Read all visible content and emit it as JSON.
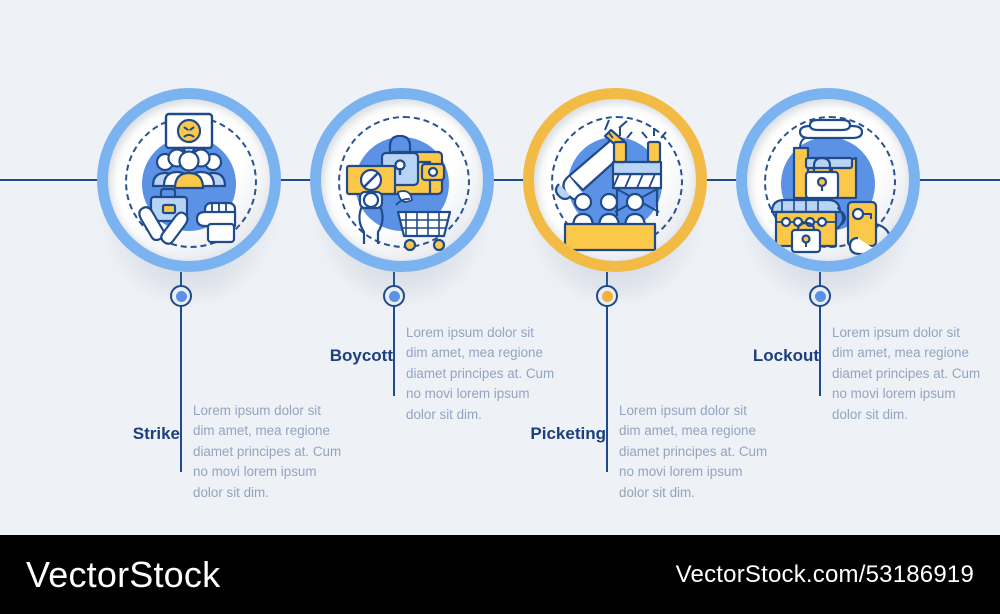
{
  "theme": {
    "background": "#eef1f6",
    "line": "#1f4a8c",
    "title_color": "#1d3f7d",
    "body_color": "#93a4c0",
    "blue_ring": "#7ab3ef",
    "yellow_ring": "#f2bb45",
    "blue_dot": "#5b92e5",
    "yellow_dot": "#f2b13a",
    "icon_blue": "#4a84d6",
    "icon_yellow": "#fbc84a",
    "icon_light_blue": "#b8d4f5",
    "icon_outline": "#1f4a8c"
  },
  "steps": [
    {
      "id": "strike",
      "title": "Strike",
      "description": "Lorem ipsum dolor sit dim amet, mea regione diamet principes at. Cum no movi lorem ipsum dolor sit dim.",
      "icon": "strike-protest-icon",
      "accent": false
    },
    {
      "id": "boycott",
      "title": "Boycott",
      "description": "Lorem ipsum dolor sit dim amet, mea regione diamet principes at. Cum no movi lorem ipsum dolor sit dim.",
      "icon": "boycott-wallet-cart-icon",
      "accent": false
    },
    {
      "id": "picketing",
      "title": "Picketing",
      "description": "Lorem ipsum dolor sit dim amet, mea regione diamet principes at. Cum no movi lorem ipsum dolor sit dim.",
      "icon": "picketing-megaphone-barrier-icon",
      "accent": true
    },
    {
      "id": "lockout",
      "title": "Lockout",
      "description": "Lorem ipsum dolor sit dim amet, mea regione diamet principes at. Cum no movi lorem ipsum dolor sit dim.",
      "icon": "lockout-factory-lock-icon",
      "accent": false
    }
  ],
  "footer": {
    "brand": "VectorStock",
    "url": "VectorStock.com/53186919"
  }
}
